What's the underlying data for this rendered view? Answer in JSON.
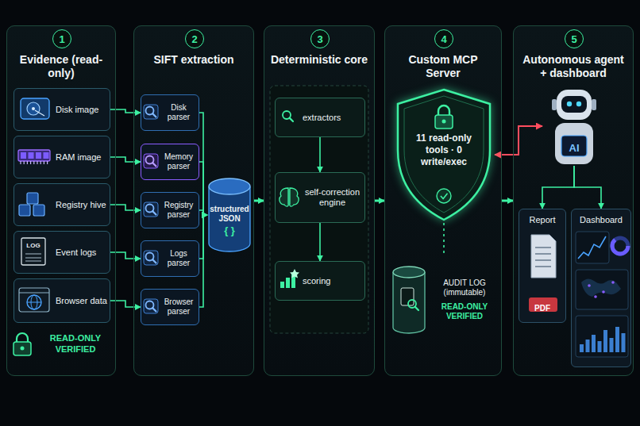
{
  "diagram": {
    "nodes": [
      {
        "text": [
          "Evidence (read-only)"
        ]
      },
      {
        "text": [
          "1"
        ],
        "in": 0
      },
      {
        "text": [
          "Disk image"
        ],
        "in": 0
      },
      {
        "text": [
          "RAM image"
        ],
        "in": 0
      },
      {
        "text": [
          "Registry hive"
        ],
        "in": 0
      },
      {
        "text": [
          "Event logs"
        ],
        "in": 0
      },
      {
        "text": [
          "Browser data"
        ],
        "in": 0
      },
      {
        "text": [
          "SIFT extraction"
        ]
      },
      {
        "text": [
          "2"
        ],
        "in": 7
      },
      {
        "text": [
          "Disk parser"
        ],
        "in": 7
      },
      {
        "text": [
          "Memory parser"
        ],
        "in": 7
      },
      {
        "text": [
          "Registry parser"
        ],
        "in": 7
      },
      {
        "text": [
          "Logs parser"
        ],
        "in": 7
      },
      {
        "text": [
          "Browser parser"
        ],
        "in": 7
      },
      {
        "text": [
          "structured JSON",
          "{ }"
        ],
        "in": 7
      },
      {
        "text": [
          "Deterministic core"
        ]
      },
      {
        "text": [
          "3"
        ],
        "in": 15
      },
      {
        "text": [
          "extractors"
        ],
        "in": 15
      },
      {
        "text": [
          "self-correction engine"
        ],
        "in": 15
      },
      {
        "text": [
          "scoring"
        ],
        "in": 15
      },
      {
        "text": [
          "Custom MCP Server"
        ]
      },
      {
        "text": [
          "4"
        ],
        "in": 20
      },
      {
        "text": [
          "11 read-only tools · 0 write/exec"
        ],
        "in": 20
      },
      {
        "text": [
          "AUDIT LOG (immutable)",
          "READ-ONLY VERIFIED"
        ],
        "in": 20
      },
      {
        "text": [
          "Autonomous agent + dashboard"
        ]
      },
      {
        "text": [
          "5"
        ],
        "in": 24
      },
      {
        "text": [
          "AI"
        ],
        "in": 24
      },
      {
        "text": [
          "Report",
          "PDF"
        ],
        "in": 24
      },
      {
        "text": [
          "Dashboard"
        ],
        "in": 24
      }
    ],
    "edges": [
      {
        "from": 2,
        "to": 9,
        "arrow": "to"
      },
      {
        "from": 3,
        "to": 10,
        "arrow": "to"
      },
      {
        "from": 4,
        "to": 11,
        "arrow": "to"
      },
      {
        "from": 5,
        "to": 12,
        "arrow": "to"
      },
      {
        "from": 6,
        "to": 13,
        "arrow": "to"
      },
      {
        "from": 9,
        "to": 14,
        "arrow": "to"
      },
      {
        "from": 10,
        "to": 14,
        "arrow": "to"
      },
      {
        "from": 11,
        "to": 14,
        "arrow": "to"
      },
      {
        "from": 12,
        "to": 14,
        "arrow": "to"
      },
      {
        "from": 13,
        "to": 14,
        "arrow": "to"
      },
      {
        "from": 7,
        "to": 15,
        "arrow": "to"
      },
      {
        "from": 15,
        "to": 20,
        "arrow": "to"
      },
      {
        "from": 20,
        "to": 24,
        "arrow": "to"
      },
      {
        "from": 17,
        "to": 18,
        "arrow": "to"
      },
      {
        "from": 18,
        "to": 19,
        "arrow": "to"
      },
      {
        "from": 22,
        "to": 23,
        "arrow": "none"
      },
      {
        "from": 22,
        "to": 26,
        "arrow": "both"
      },
      {
        "from": 26,
        "to": 27,
        "arrow": "to"
      },
      {
        "from": 26,
        "to": 28,
        "arrow": "to"
      }
    ],
    "labels": [
      "LOG",
      "READ-ONLY VERIFIED"
    ]
  }
}
